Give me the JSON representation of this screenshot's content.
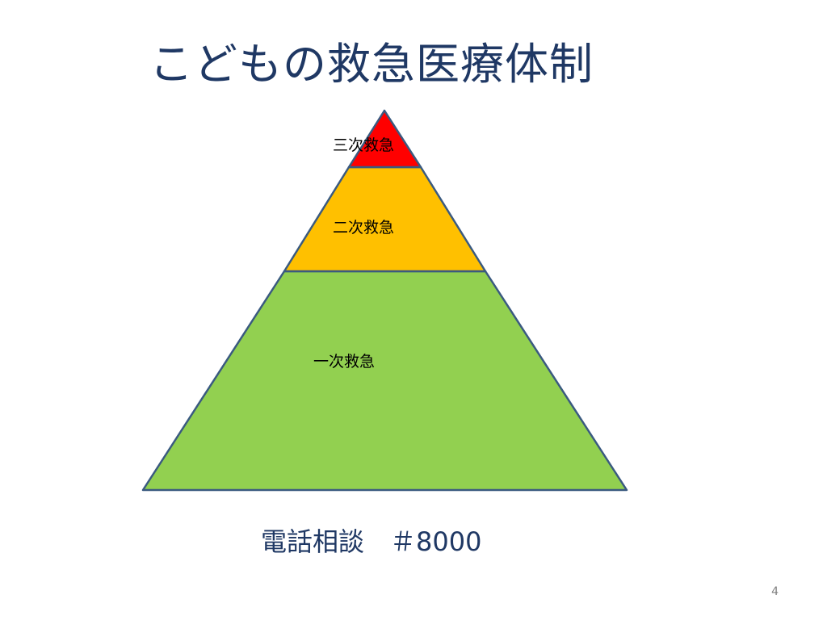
{
  "slide": {
    "title": "こどもの救急医療体制",
    "footer": "電話相談　＃8000",
    "page_number": "4"
  },
  "pyramid": {
    "tiers": [
      {
        "id": "tertiary",
        "label": "三次救急",
        "color": "#FF0000"
      },
      {
        "id": "secondary",
        "label": "二次救急",
        "color": "#FFC000"
      },
      {
        "id": "primary",
        "label": "一次救急",
        "color": "#92D050"
      }
    ],
    "outline_color": "#3A5A80"
  }
}
